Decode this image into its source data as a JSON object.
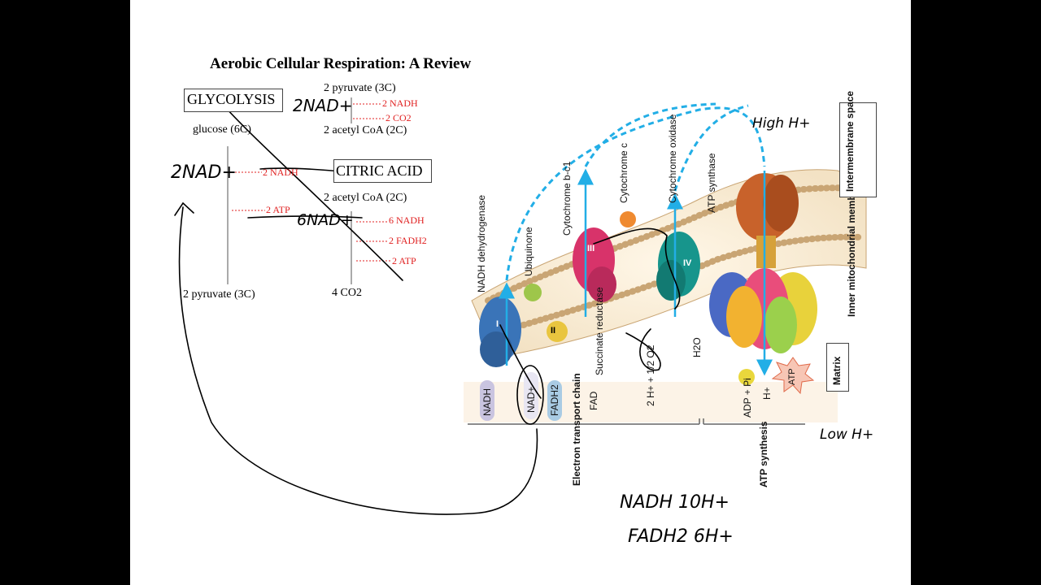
{
  "title": "Aerobic Cellular Respiration: A Review",
  "glycolysis": {
    "heading": "GLYCOLYSIS",
    "input": "glucose (6C)",
    "outputs": [
      "2 NADH",
      "2 ATP"
    ],
    "product": "2 pyruvate (3C)"
  },
  "prep": {
    "input": "2 pyruvate (3C)",
    "outputs": [
      "2 NADH",
      "2 CO2"
    ],
    "product": "2 acetyl CoA (2C)"
  },
  "citric_acid": {
    "heading": "CITRIC ACID",
    "input": "2 acetyl CoA (2C)",
    "outputs": [
      "6 NADH",
      "2 FADH2",
      "2 ATP"
    ],
    "product": "4 CO2"
  },
  "etc_labels": {
    "nadh_dehydrogenase": "NADH dehydrogenase",
    "ubiquinone": "Ubiquinone",
    "cytochrome_bc1": "Cytochrome b-c1",
    "cytochrome_c": "Cytochrome c",
    "cytochrome_oxidase": "Cytochrome oxidase",
    "atp_synthase": "ATP synthase",
    "succinate_reductase": "Succinate reductase",
    "intermembrane_space": "Intermembrane space",
    "inner_membrane": "Inner mitochondrial membrane",
    "matrix": "Matrix",
    "complex_I": "I",
    "complex_II": "II",
    "complex_III": "III",
    "complex_IV": "IV",
    "nadh": "NADH",
    "nad": "NAD+",
    "fadh2": "FADH2",
    "fad": "FAD",
    "oxygen_reaction": "2 H+ + 1/2 O2",
    "water": "H2O",
    "adp_pi": "ADP + Pi",
    "atp": "ATP",
    "h_plus": "H+",
    "etc_bracket": "Electron transport chain",
    "atp_synthesis_bracket": "ATP synthesis"
  },
  "handwriting": {
    "two_nad_top": "2NAD+",
    "two_nad_left": "2NAD+",
    "six_nad": "6NAD+",
    "high_h": "High H+",
    "low_h": "Low H+",
    "nadh_yield": "NADH 10H+",
    "fadh2_yield": "FADH2 6H+"
  },
  "colors": {
    "red_text": "#e02020",
    "proton_blue": "#22aee6",
    "membrane_tan": "#c9a574",
    "complex_I": "#3a74b8",
    "complex_III": "#d8336a",
    "complex_IV": "#17958c",
    "atp_synthase": "#c8622b"
  }
}
